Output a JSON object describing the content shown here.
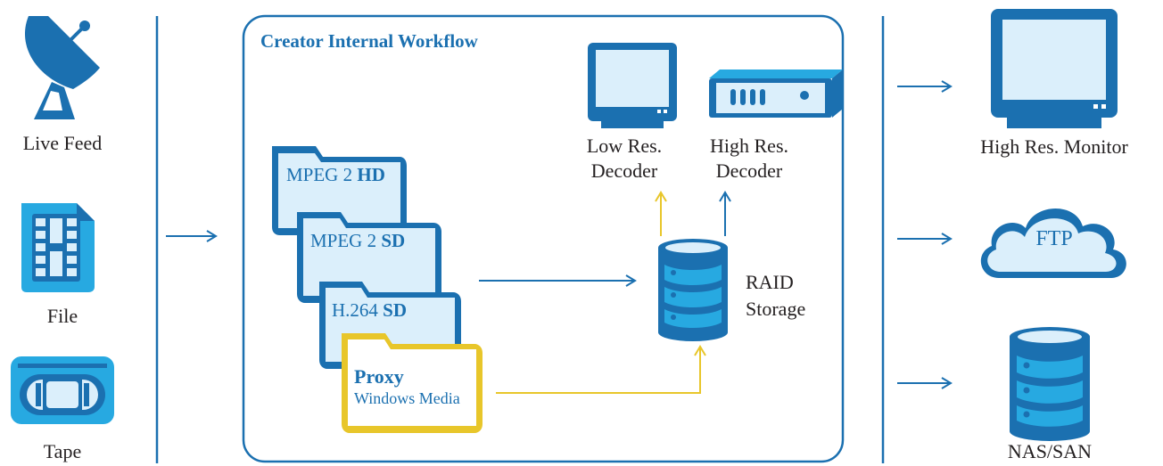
{
  "sources": {
    "live_feed": "Live Feed",
    "file": "File",
    "tape": "Tape"
  },
  "workflow": {
    "title": "Creator Internal Workflow",
    "formats": [
      {
        "prefix": "MPEG 2 ",
        "bold": "HD"
      },
      {
        "prefix": "MPEG 2 ",
        "bold": "SD"
      },
      {
        "prefix": "H.264 ",
        "bold": "SD"
      }
    ],
    "proxy": {
      "title": "Proxy",
      "subtitle": "Windows Media"
    },
    "decoders": {
      "low_line1": "Low Res.",
      "low_line2": "Decoder",
      "high_line1": "High Res.",
      "high_line2": "Decoder"
    },
    "storage": {
      "line1": "RAID",
      "line2": "Storage"
    }
  },
  "outputs": {
    "monitor": "High Res. Monitor",
    "ftp": "FTP",
    "nas": "NAS/SAN"
  },
  "colors": {
    "blue": "#1b70b0",
    "light_blue": "#dbeffb",
    "cyan": "#27a9e1",
    "yellow": "#e8c62a"
  }
}
